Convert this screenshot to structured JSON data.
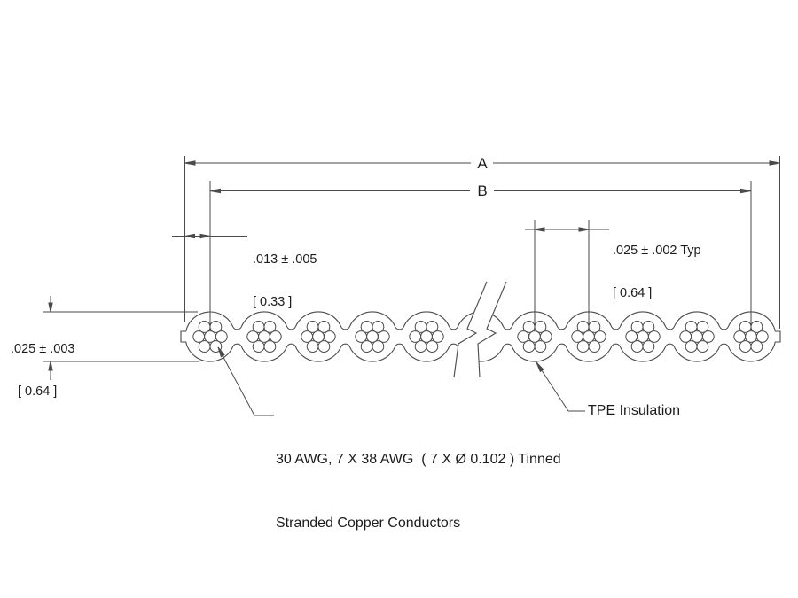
{
  "drawing": {
    "dim_a_label": "A",
    "dim_b_label": "B",
    "margin_dim": {
      "inch": ".013 ± .005",
      "mm": "[ 0.33 ]"
    },
    "pitch_dim": {
      "inch": ".025 ± .002 Typ",
      "mm": "[ 0.64 ]"
    },
    "thickness_dim": {
      "inch": ".025 ± .003",
      "mm": "[ 0.64 ]"
    },
    "conductor_note_line1": "30 AWG, 7 X 38 AWG  ( 7 X Ø 0.102 ) Tinned",
    "conductor_note_line2": "Stranded Copper Conductors",
    "insulation_note": "TPE Insulation",
    "figure": {
      "conductors_left_of_break": 5,
      "conductors_right_of_break": 5,
      "strands_per_conductor": 7
    },
    "colors": {
      "line": "#4a4a4a",
      "text": "#1c1c1c",
      "background": "#ffffff"
    }
  }
}
